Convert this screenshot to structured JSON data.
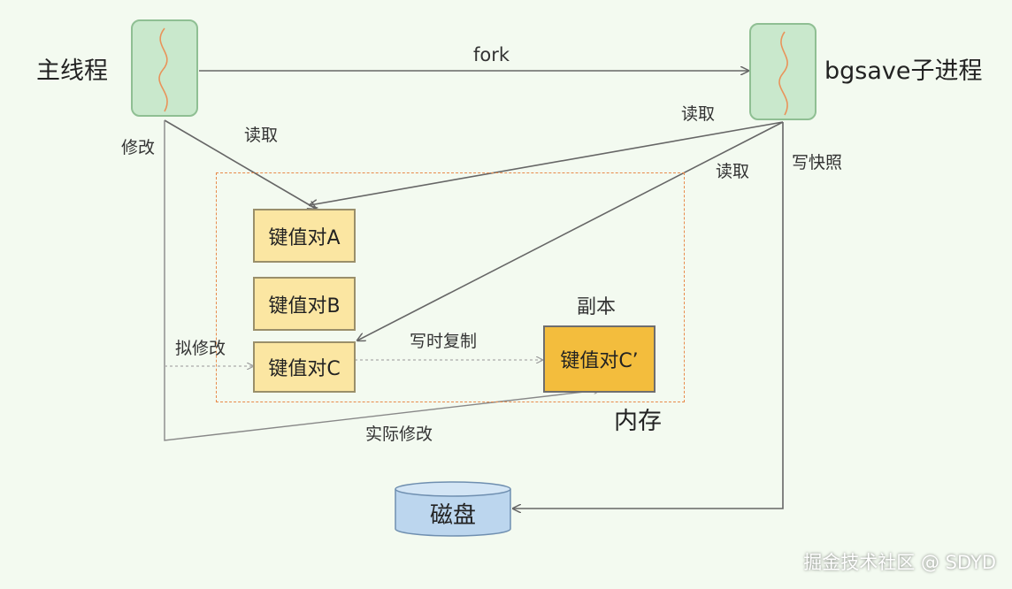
{
  "diagram": {
    "main_thread": "主线程",
    "child_process": "bgsave子进程",
    "fork": "fork",
    "read_main": "读取",
    "read_child_top": "读取",
    "read_child_mid": "读取",
    "modify": "修改",
    "write_snapshot": "写快照",
    "kv_a": "键值对A",
    "kv_b": "键值对B",
    "kv_c": "键值对C",
    "copy_title": "副本",
    "kv_c_copy": "键值对C’",
    "cow": "写时复制",
    "intend_modify": "拟修改",
    "actual_modify": "实际修改",
    "memory": "内存",
    "disk": "磁盘"
  },
  "watermark": "掘金技术社区 @ SDYD",
  "colors": {
    "background": "#f3faf0",
    "process_fill": "#c9e8cc",
    "kv_fill": "#fbe6a2",
    "copy_fill": "#f3bd3d",
    "memory_border": "#e88a4a",
    "disk_fill": "#bcd6ee"
  }
}
